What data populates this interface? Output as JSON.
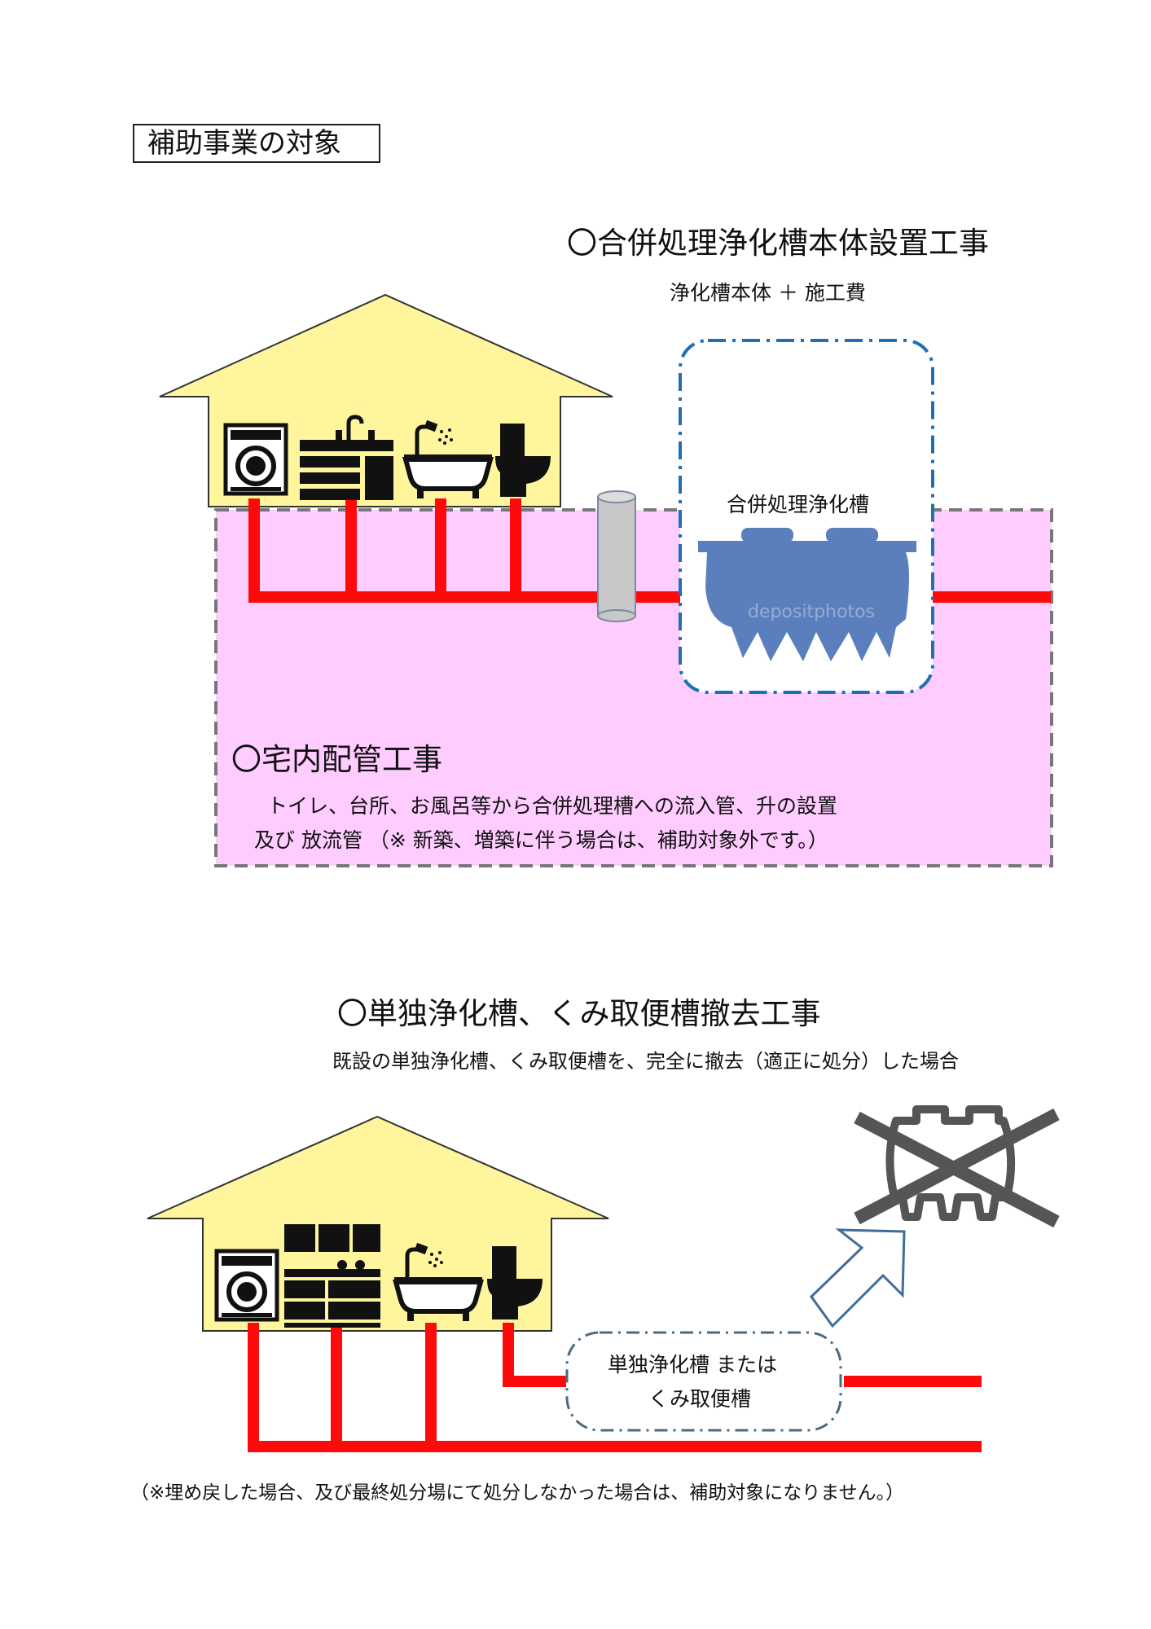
{
  "page_title": "補助事業の対象",
  "section_install": {
    "heading": "〇合併処理浄化槽本体設置工事",
    "subline": "浄化槽本体 ＋ 施工費",
    "tank_label": "合併処理浄化槽",
    "tank_watermark": "depositphotos"
  },
  "section_piping": {
    "heading": "〇宅内配管工事",
    "line1": "トイレ、台所、お風呂等から合併処理槽への流入管、升の設置",
    "line2": "及び 放流管 （※ 新築、増築に伴う場合は、補助対象外です。）"
  },
  "section_removal": {
    "heading": "〇単独浄化槽、くみ取便槽撤去工事",
    "subline": "既設の単独浄化槽、くみ取便槽を、完全に撤去（適正に処分）した場合",
    "old_tank_line1": "単独浄化槽 または",
    "old_tank_line2": "くみ取便槽",
    "footnote": "（※埋め戻した場合、及び最終処分場にて処分しなかった場合は、補助対象になりません。）"
  },
  "colors": {
    "house_fill": "#fff59d",
    "pipe": "#ff0a0a",
    "piping_area": "#ffccff",
    "tank_fill": "#5b7fbc",
    "install_border": "#1f6fb8",
    "removal_border": "#4a6a80",
    "cross": "#555555"
  },
  "icons": {
    "top_house": [
      "washing-machine-icon",
      "kitchen-sink-icon",
      "bathtub-icon",
      "toilet-icon"
    ],
    "bottom_house": [
      "washing-machine-icon",
      "kitchen-unit-icon",
      "bathtub-icon",
      "toilet-icon"
    ],
    "other": [
      "inspection-chamber-icon",
      "septic-tank-icon",
      "crossed-out-tank-icon",
      "arrow-up-right-icon"
    ]
  }
}
